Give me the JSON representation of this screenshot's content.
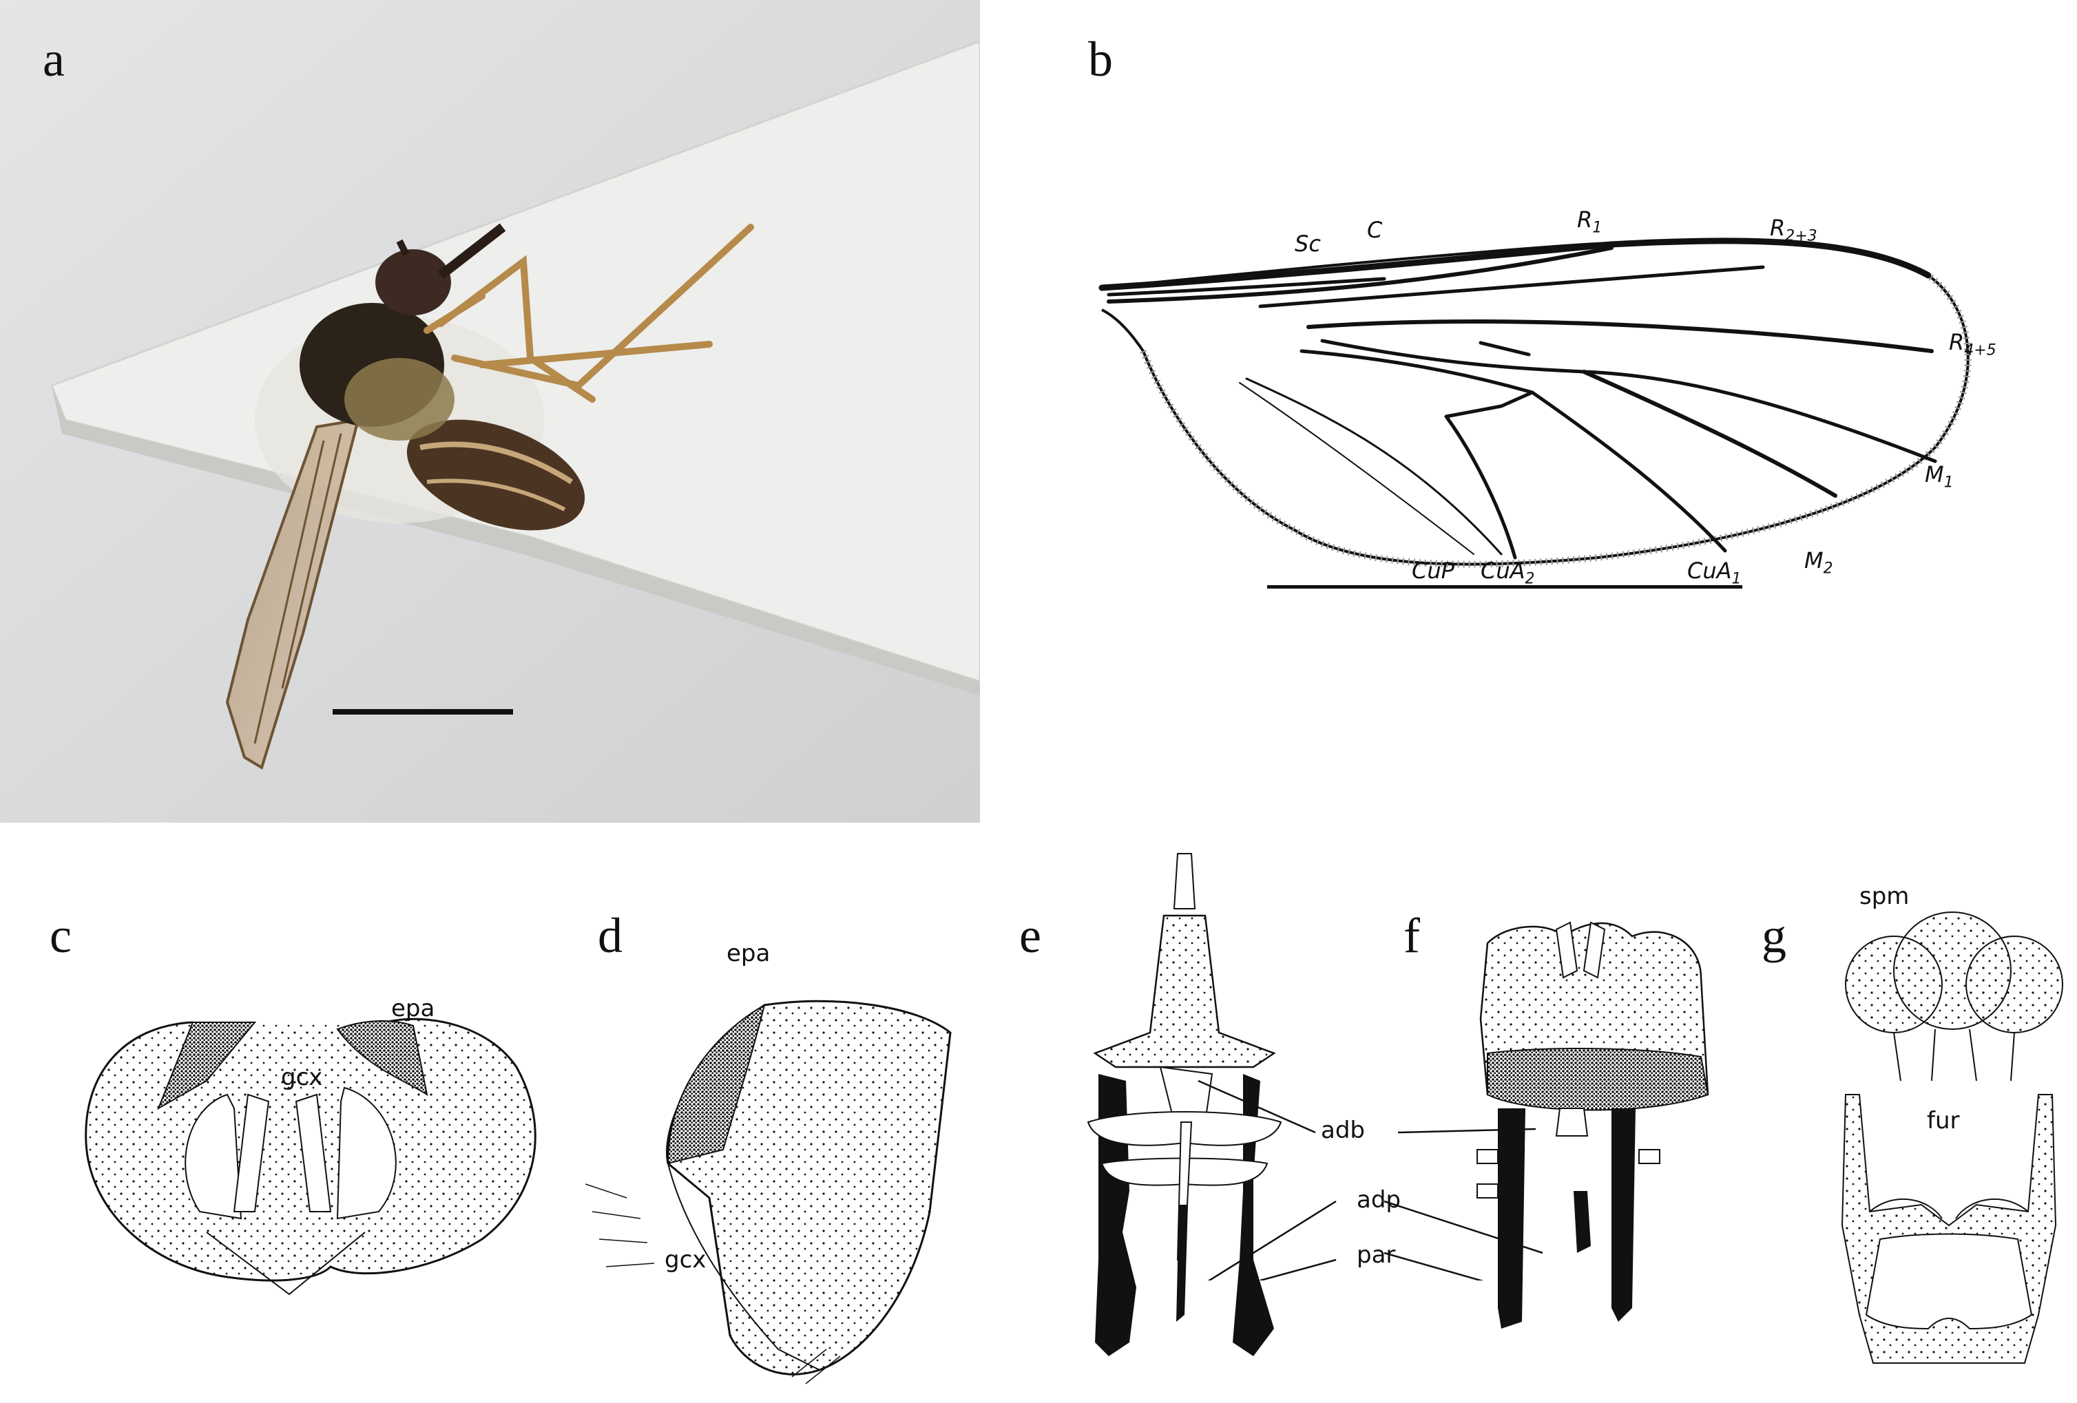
{
  "panels": {
    "a": {
      "letter": "a"
    },
    "b": {
      "letter": "b",
      "veins": {
        "sc": "Sc",
        "c": "C",
        "r1": "R",
        "r1_sub": "1",
        "r23": "R",
        "r23_sub": "2+3",
        "r45": "R",
        "r45_sub": "4+5",
        "m1": "M",
        "m1_sub": "1",
        "m2": "M",
        "m2_sub": "2",
        "cup": "CuP",
        "cua2": "CuA",
        "cua2_sub": "2",
        "cua1": "CuA",
        "cua1_sub": "1"
      }
    },
    "c": {
      "letter": "c",
      "labels": {
        "epa": "epa",
        "gcx": "gcx"
      }
    },
    "d": {
      "letter": "d",
      "labels": {
        "epa": "epa",
        "gcx": "gcx"
      }
    },
    "e": {
      "letter": "e"
    },
    "f": {
      "letter": "f",
      "labels": {
        "adb": "adb",
        "adp": "adp",
        "par": "par"
      }
    },
    "g": {
      "letter": "g",
      "labels": {
        "spm": "spm",
        "fur": "fur"
      }
    }
  },
  "colors": {
    "photo_bg": "#d9dadc",
    "paper": "#ececea",
    "ink": "#111111",
    "fly_body": "#3a2a1e",
    "fly_leg": "#b58a4a"
  }
}
